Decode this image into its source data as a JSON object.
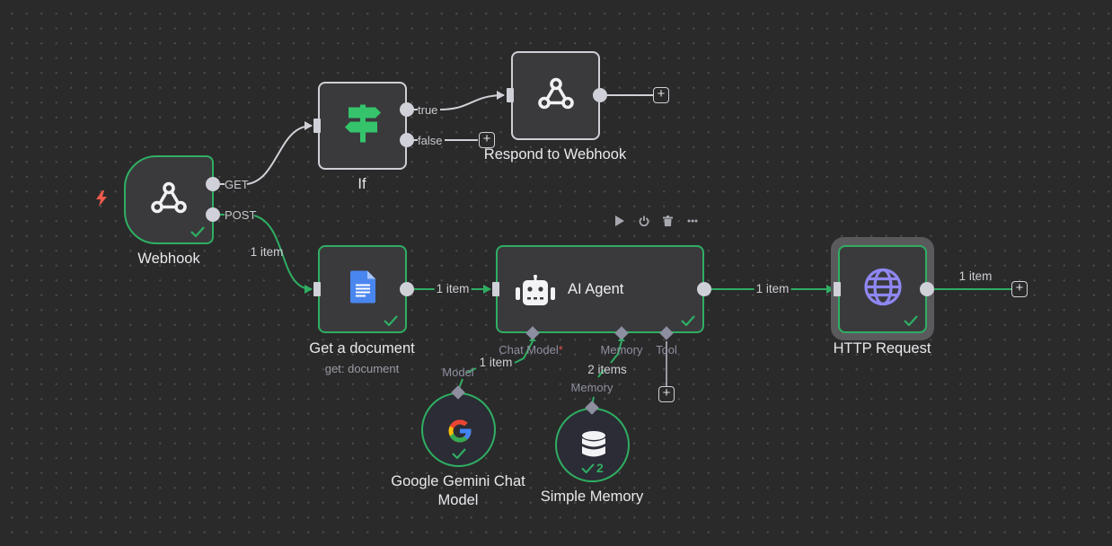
{
  "canvas": {
    "background": "#2a2a2b",
    "success_color": "#2fae62",
    "idle_border": "#cfcfd6"
  },
  "nodes": {
    "webhook": {
      "label": "Webhook",
      "outputs": [
        "GET",
        "POST"
      ],
      "status": "success",
      "trigger_icon": "bolt-icon"
    },
    "if": {
      "label": "If",
      "outputs": [
        "true",
        "false"
      ],
      "icon": "signpost-icon"
    },
    "respond": {
      "label": "Respond to Webhook",
      "icon": "webhook-icon"
    },
    "get_document": {
      "label": "Get a document",
      "subtitle": "get: document",
      "status": "success",
      "icon": "google-docs-icon"
    },
    "ai_agent": {
      "label": "AI Agent",
      "status": "success",
      "icon": "robot-icon",
      "sub_ports": [
        "Chat Model",
        "Memory",
        "Tool"
      ],
      "required_marker": "*",
      "toolbar": [
        "play-icon",
        "power-icon",
        "trash-icon",
        "more-icon"
      ]
    },
    "http_request": {
      "label": "HTTP Request",
      "status": "success",
      "selected": true,
      "icon": "globe-icon"
    },
    "gemini": {
      "label_line1": "Google Gemini Chat",
      "label_line2": "Model",
      "port": "Model",
      "status": "success"
    },
    "memory": {
      "label": "Simple Memory",
      "port": "Memory",
      "status": "success",
      "run_count": "2"
    }
  },
  "edges": {
    "post_to_doc": "1 item",
    "doc_to_agent": "1 item",
    "agent_to_http": "1 item",
    "http_out": "1 item",
    "gemini_to_agent": "1 item",
    "memory_to_agent": "2 items"
  },
  "add_buttons": {
    "symbol": "+"
  }
}
